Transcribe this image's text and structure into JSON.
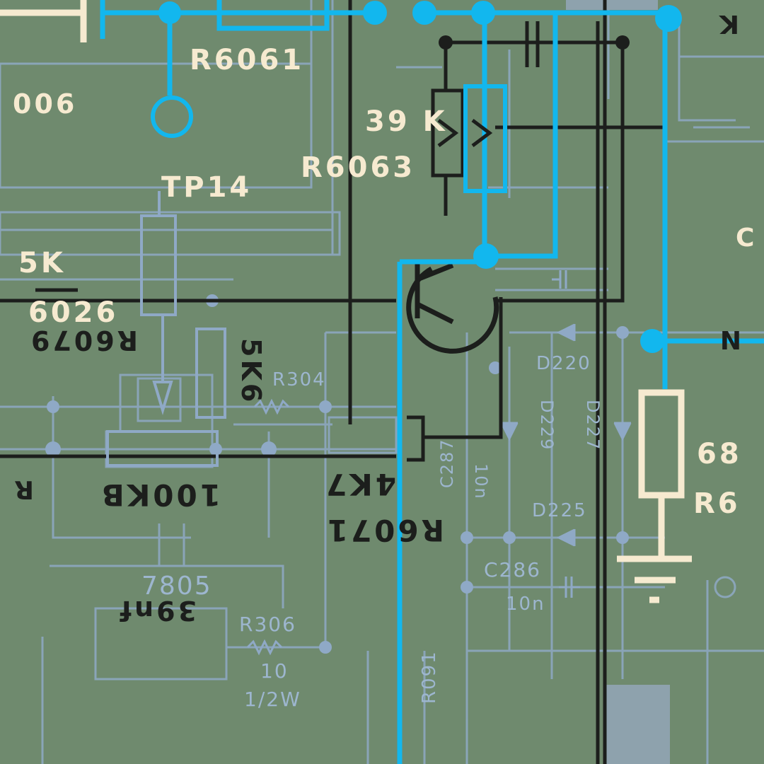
{
  "colors": {
    "board": "#6f8a6e",
    "highlight_trace": "#12b7ee",
    "black_trace": "#1c1e1c",
    "faint_trace": "#8fa9c6",
    "cream_part": "#f6ead0",
    "grey_block": "#8ea2ad"
  },
  "labels": {
    "r6061": "R6061",
    "n006": "006",
    "k39": "39 K",
    "r6063": "R6063",
    "tp14": "TP14",
    "k5": "5K",
    "n6026": "6026",
    "r6079": "R6079",
    "k5k6": "5K6",
    "k100kb": "100KB",
    "r4k7": "4K7",
    "r6071": "R6071",
    "c39nf": "39nf",
    "v68": "68",
    "r6": "R6",
    "edge_k": "K",
    "edge_c": "C",
    "edge_n": "N",
    "edge_r": "R"
  },
  "faint_labels": {
    "d220": "D220",
    "d229": "D229",
    "d227": "D227",
    "d225": "D225",
    "c286": "C286",
    "c10n_a": "10n",
    "c10n_b": "10n",
    "r304": "R304",
    "r306": "R306",
    "val10": "10",
    "val_1_2w": "1/2W",
    "p7805": "7805",
    "c287": "C287",
    "r091": "R091"
  },
  "icons": [
    "transistor-symbol",
    "resistor-symbol",
    "ground-symbol",
    "diode-symbol",
    "capacitor-symbol",
    "test-point-symbol"
  ]
}
